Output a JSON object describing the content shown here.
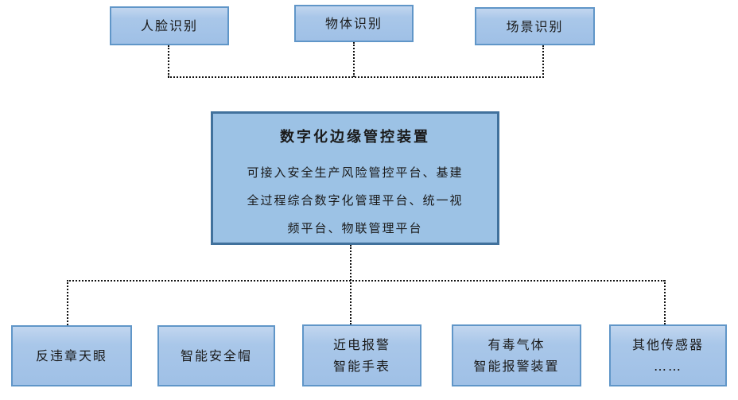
{
  "colors": {
    "node_fill": "#a6c5e8",
    "node_border": "#6096c8",
    "center_node_fill": "#9cc2e5",
    "center_node_border": "#41719c",
    "connector": "#111111",
    "text": "#1a1a1a",
    "background": "#ffffff"
  },
  "top_nodes": [
    {
      "label": "人脸识别"
    },
    {
      "label": "物体识别"
    },
    {
      "label": "场景识别"
    }
  ],
  "center_node": {
    "title": "数字化边缘管控装置",
    "body_lines": [
      "可接入安全生产风险管控平台、基建",
      "全过程综合数字化管理平台、统一视",
      "频平台、物联管理平台"
    ]
  },
  "bottom_nodes": [
    {
      "lines": [
        "反违章天眼"
      ]
    },
    {
      "lines": [
        "智能安全帽"
      ]
    },
    {
      "lines": [
        "近电报警",
        "智能手表"
      ]
    },
    {
      "lines": [
        "有毒气体",
        "智能报警装置"
      ]
    },
    {
      "lines": [
        "其他传感器",
        "……"
      ]
    }
  ]
}
